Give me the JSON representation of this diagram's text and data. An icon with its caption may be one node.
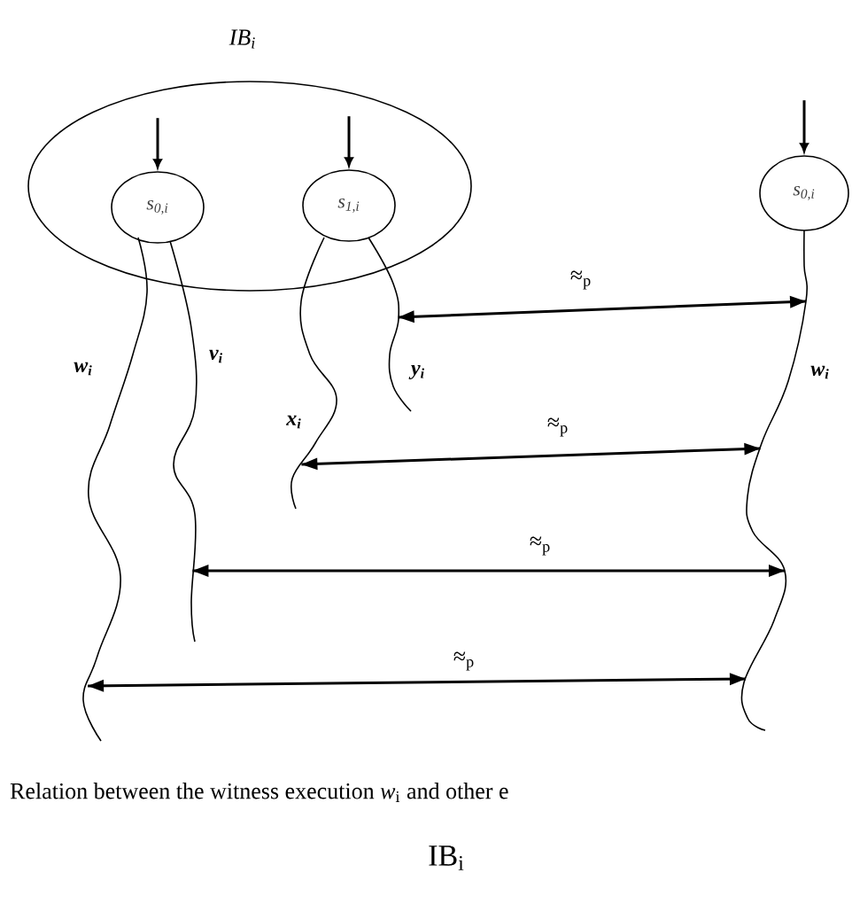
{
  "diagram": {
    "caption": "Relation between the witness execution *w*$_{i}$ and other e",
    "nodes": [
      {
        "text": [
          "IB$_{i}$"
        ]
      },
      {
        "text": [
          "s$_{0,i}$"
        ],
        "in": 0
      },
      {
        "text": [
          "s$_{1,i}$"
        ],
        "in": 0
      },
      {
        "text": [
          "s$_{0,i}$"
        ]
      },
      {
        "text": [
          "w$_{i}$"
        ]
      },
      {
        "text": [
          "v$_{i}$"
        ]
      },
      {
        "text": [
          "x$_{i}$"
        ]
      },
      {
        "text": [
          "y$_{i}$"
        ]
      },
      {
        "text": [
          "w$_{i}$"
        ]
      }
    ],
    "edges": [
      {
        "from": null,
        "to": 1,
        "arrow": "to"
      },
      {
        "from": null,
        "to": 2,
        "arrow": "to"
      },
      {
        "from": null,
        "to": 3,
        "arrow": "to"
      },
      {
        "from": 7,
        "to": 8,
        "arrow": "both",
        "label": "≈$_{p}$"
      },
      {
        "from": 6,
        "to": 8,
        "arrow": "both",
        "label": "≈$_{p}$"
      },
      {
        "from": 5,
        "to": 8,
        "arrow": "both",
        "label": "≈$_{p}$"
      },
      {
        "from": 4,
        "to": 8,
        "arrow": "both",
        "label": "≈$_{p}$"
      }
    ],
    "labels": [
      "IB$_{i}$"
    ]
  }
}
